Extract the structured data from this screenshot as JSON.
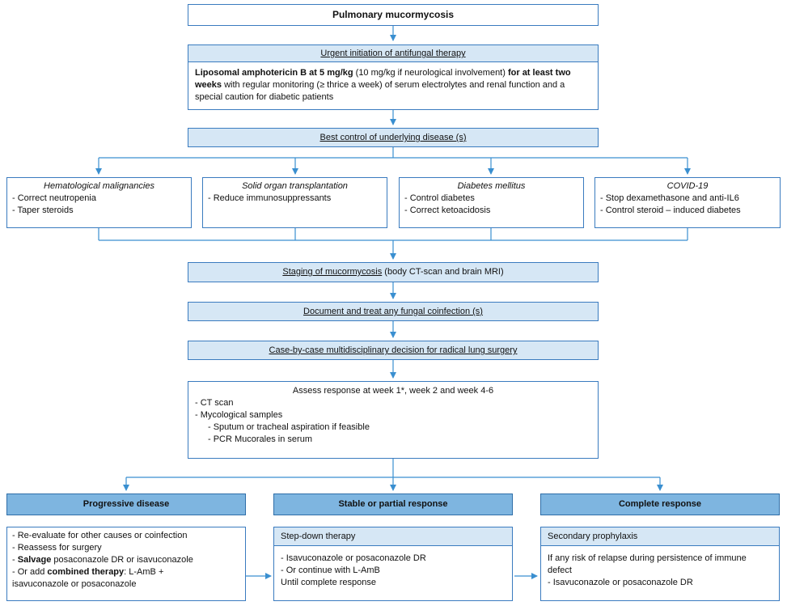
{
  "title": "Pulmonary mucormycosis",
  "antifungal": {
    "header": "Urgent initiation of antifungal therapy",
    "drug": "Liposomal amphotericin B at 5 mg/kg",
    "neuro": " (10 mg/kg if neurological involvement) ",
    "duration": "for at least two weeks",
    "rest": " with regular monitoring (≥ thrice a week) of serum electrolytes and renal function and a special caution for diabetic patients"
  },
  "underlying": {
    "header": "Best control of underlying disease (s)"
  },
  "conditions": [
    {
      "title": "Hematological malignancies",
      "items": [
        "- Correct neutropenia",
        "- Taper steroids"
      ]
    },
    {
      "title": "Solid organ transplantation",
      "items": [
        "- Reduce immunosuppressants"
      ]
    },
    {
      "title": "Diabetes mellitus",
      "items": [
        "- Control diabetes",
        "- Correct ketoacidosis"
      ]
    },
    {
      "title": "COVID-19",
      "items": [
        "- Stop dexamethasone and anti-IL6",
        "- Control steroid – induced diabetes"
      ]
    }
  ],
  "staging": {
    "label": "Staging of mucormycosis",
    "detail": " (body CT-scan and brain MRI)"
  },
  "coinfection": {
    "label": "Document and treat any fungal coinfection (s)"
  },
  "surgery": {
    "label": "Case-by-case multidisciplinary decision for radical lung surgery"
  },
  "assess": {
    "title": "Assess response at week 1*, week 2 and week 4-6",
    "items": [
      "- CT scan",
      "- Mycological samples"
    ],
    "subitems": [
      "- Sputum or tracheal aspiration if feasible",
      "- PCR Mucorales in serum"
    ]
  },
  "outcomes": {
    "progressive": {
      "header": "Progressive disease",
      "line1": "- Re-evaluate for other causes or coinfection",
      "line2": "- Reassess for surgery",
      "salvage_label": "Salvage",
      "salvage_text": " posaconazole DR or isavuconazole",
      "combined_prefix": "- Or add ",
      "combined_label": "combined therapy",
      "combined_text": ": L-AmB  +",
      "line5": "isavuconazole or posaconazole"
    },
    "stable": {
      "header": "Stable or partial response",
      "subheader": "Step-down therapy",
      "items": [
        "- Isavuconazole or posaconazole DR",
        "- Or continue with L-AmB",
        "Until complete response"
      ]
    },
    "complete": {
      "header": "Complete response",
      "subheader": "Secondary prophylaxis",
      "items": [
        "If any risk of relapse during persistence of immune defect",
        "- Isavuconazole or posaconazole DR"
      ]
    }
  },
  "colors": {
    "border": "#3a7bbf",
    "light_header": "#d6e7f5",
    "dark_header": "#7eb5e0",
    "arrow": "#3a8fd0"
  }
}
